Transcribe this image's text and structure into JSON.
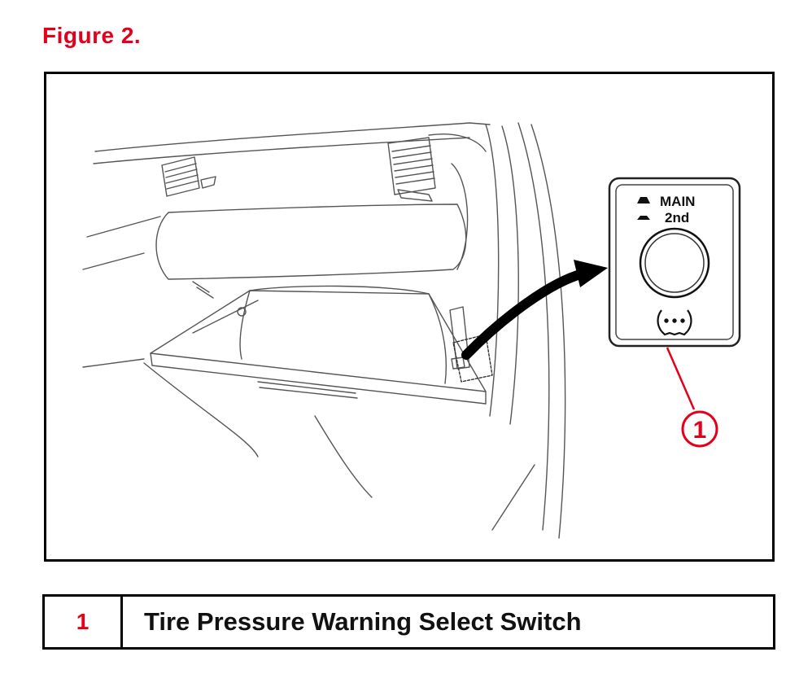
{
  "figure": {
    "title": "Figure 2."
  },
  "switch_panel": {
    "label_main": "MAIN",
    "label_2nd": "2nd",
    "icon": "tire-pressure-warning-icon"
  },
  "callout": {
    "number": "1"
  },
  "legend": {
    "rows": [
      {
        "number": "1",
        "description": "Tire Pressure Warning Select Switch"
      }
    ]
  },
  "colors": {
    "accent": "#e3001b",
    "line": "#000000"
  }
}
